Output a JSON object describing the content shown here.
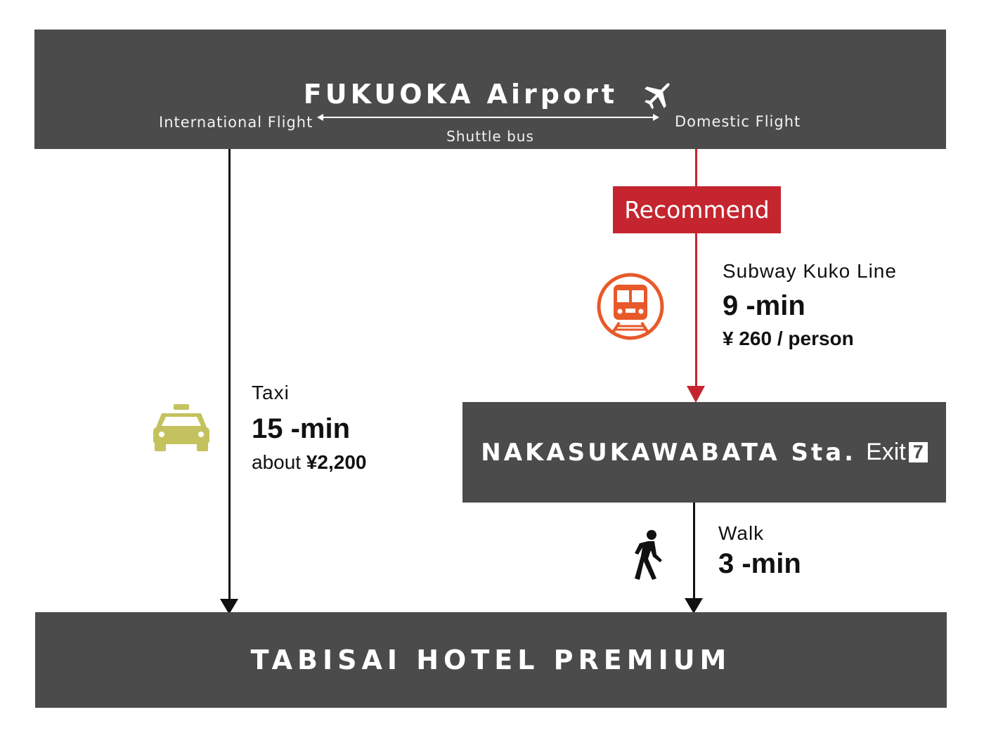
{
  "airport": {
    "title": "FUKUOKA Airport",
    "plane_icon": "airplane-icon",
    "international": "International Flight",
    "domestic": "Domestic Flight",
    "shuttle": "Shuttle bus"
  },
  "recommend": {
    "label": "Recommend"
  },
  "subway": {
    "icon": "train-icon",
    "line_name": "Subway Kuko Line",
    "time": "9 -min",
    "price": "¥ 260 / person"
  },
  "taxi": {
    "icon": "taxi-icon",
    "label": "Taxi",
    "time": "15 -min",
    "price_prefix": "about ",
    "price_value": "¥2,200"
  },
  "station": {
    "name": "NAKASUKAWABATA Sta.",
    "exit_label": "Exit",
    "exit_number": "7"
  },
  "walk": {
    "icon": "walking-person-icon",
    "label": "Walk",
    "time": "3 -min"
  },
  "hotel": {
    "name": "TABISAI HOTEL PREMIUM"
  },
  "colors": {
    "box": "#4b4b4b",
    "recommend": "#c4252f",
    "train_icon": "#e8592a",
    "taxi_icon": "#c4c25e",
    "arrow_black": "#111111",
    "arrow_red": "#c4252f"
  }
}
